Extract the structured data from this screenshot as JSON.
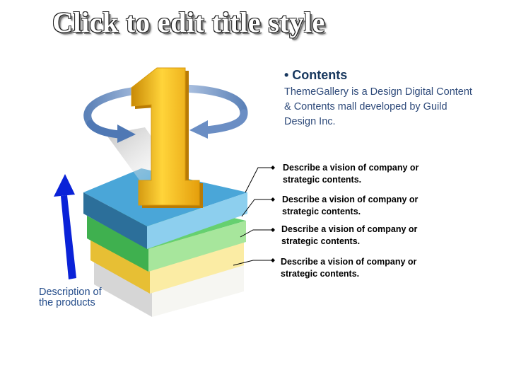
{
  "slide": {
    "title": "Click to edit title style",
    "contents_heading": "• Contents",
    "contents_body": "ThemeGallery  is a Design Digital Content & Contents mall developed by Guild Design Inc.",
    "callouts": [
      "Describe a vision of company or strategic contents.",
      "Describe a vision of company or strategic contents.",
      "Describe a vision of company or strategic contents.",
      "Describe a vision of company or strategic contents."
    ],
    "product_description": "Description of the products",
    "number_graphic": "1"
  },
  "colors": {
    "layer_blue": "#4aa6d8",
    "layer_green": "#5cc86a",
    "layer_yellow": "#f3d35a",
    "layer_grey": "#dcdcdc",
    "arrow_blue": "#0a22d8",
    "number_gold": "#f2b318"
  }
}
